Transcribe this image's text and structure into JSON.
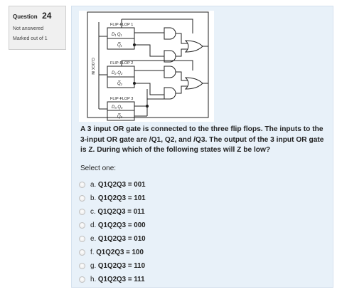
{
  "question": {
    "label": "Question",
    "number": "24",
    "state": "Not answered",
    "marks": "Marked out of 1"
  },
  "diagram": {
    "ff1_title": "FLIP-FLOP 1",
    "ff1_out": "D₁ Q₁",
    "ff1_qbar": "Q̅₁",
    "ff2_title": "FLIP-FLOP 2",
    "ff2_out": "D₂ Q₂",
    "ff2_qbar": "Q̅₂",
    "ff3_title": "FLIP-FLOP 3",
    "ff3_out": "D₃ Q₃",
    "ff3_qbar": "Q̅₃",
    "clock_label": "CLOCK IN"
  },
  "question_text": "A 3 input OR gate is connected to the three flip flops. The inputs to the 3-input OR gate are /Q1, Q2, and /Q3. The output of the 3 input OR gate is Z. During which of the following states will Z be low?",
  "prompt": "Select one:",
  "options": [
    {
      "letter": "a.",
      "text": "Q1Q2Q3 = 001"
    },
    {
      "letter": "b.",
      "text": "Q1Q2Q3 = 101"
    },
    {
      "letter": "c.",
      "text": "Q1Q2Q3 = 011"
    },
    {
      "letter": "d.",
      "text": "Q1Q2Q3 = 000"
    },
    {
      "letter": "e.",
      "text": "Q1Q2Q3 = 010"
    },
    {
      "letter": "f.",
      "text": "Q1Q2Q3 = 100"
    },
    {
      "letter": "g.",
      "text": "Q1Q2Q3 = 110"
    },
    {
      "letter": "h.",
      "text": "Q1Q2Q3 = 111"
    }
  ]
}
